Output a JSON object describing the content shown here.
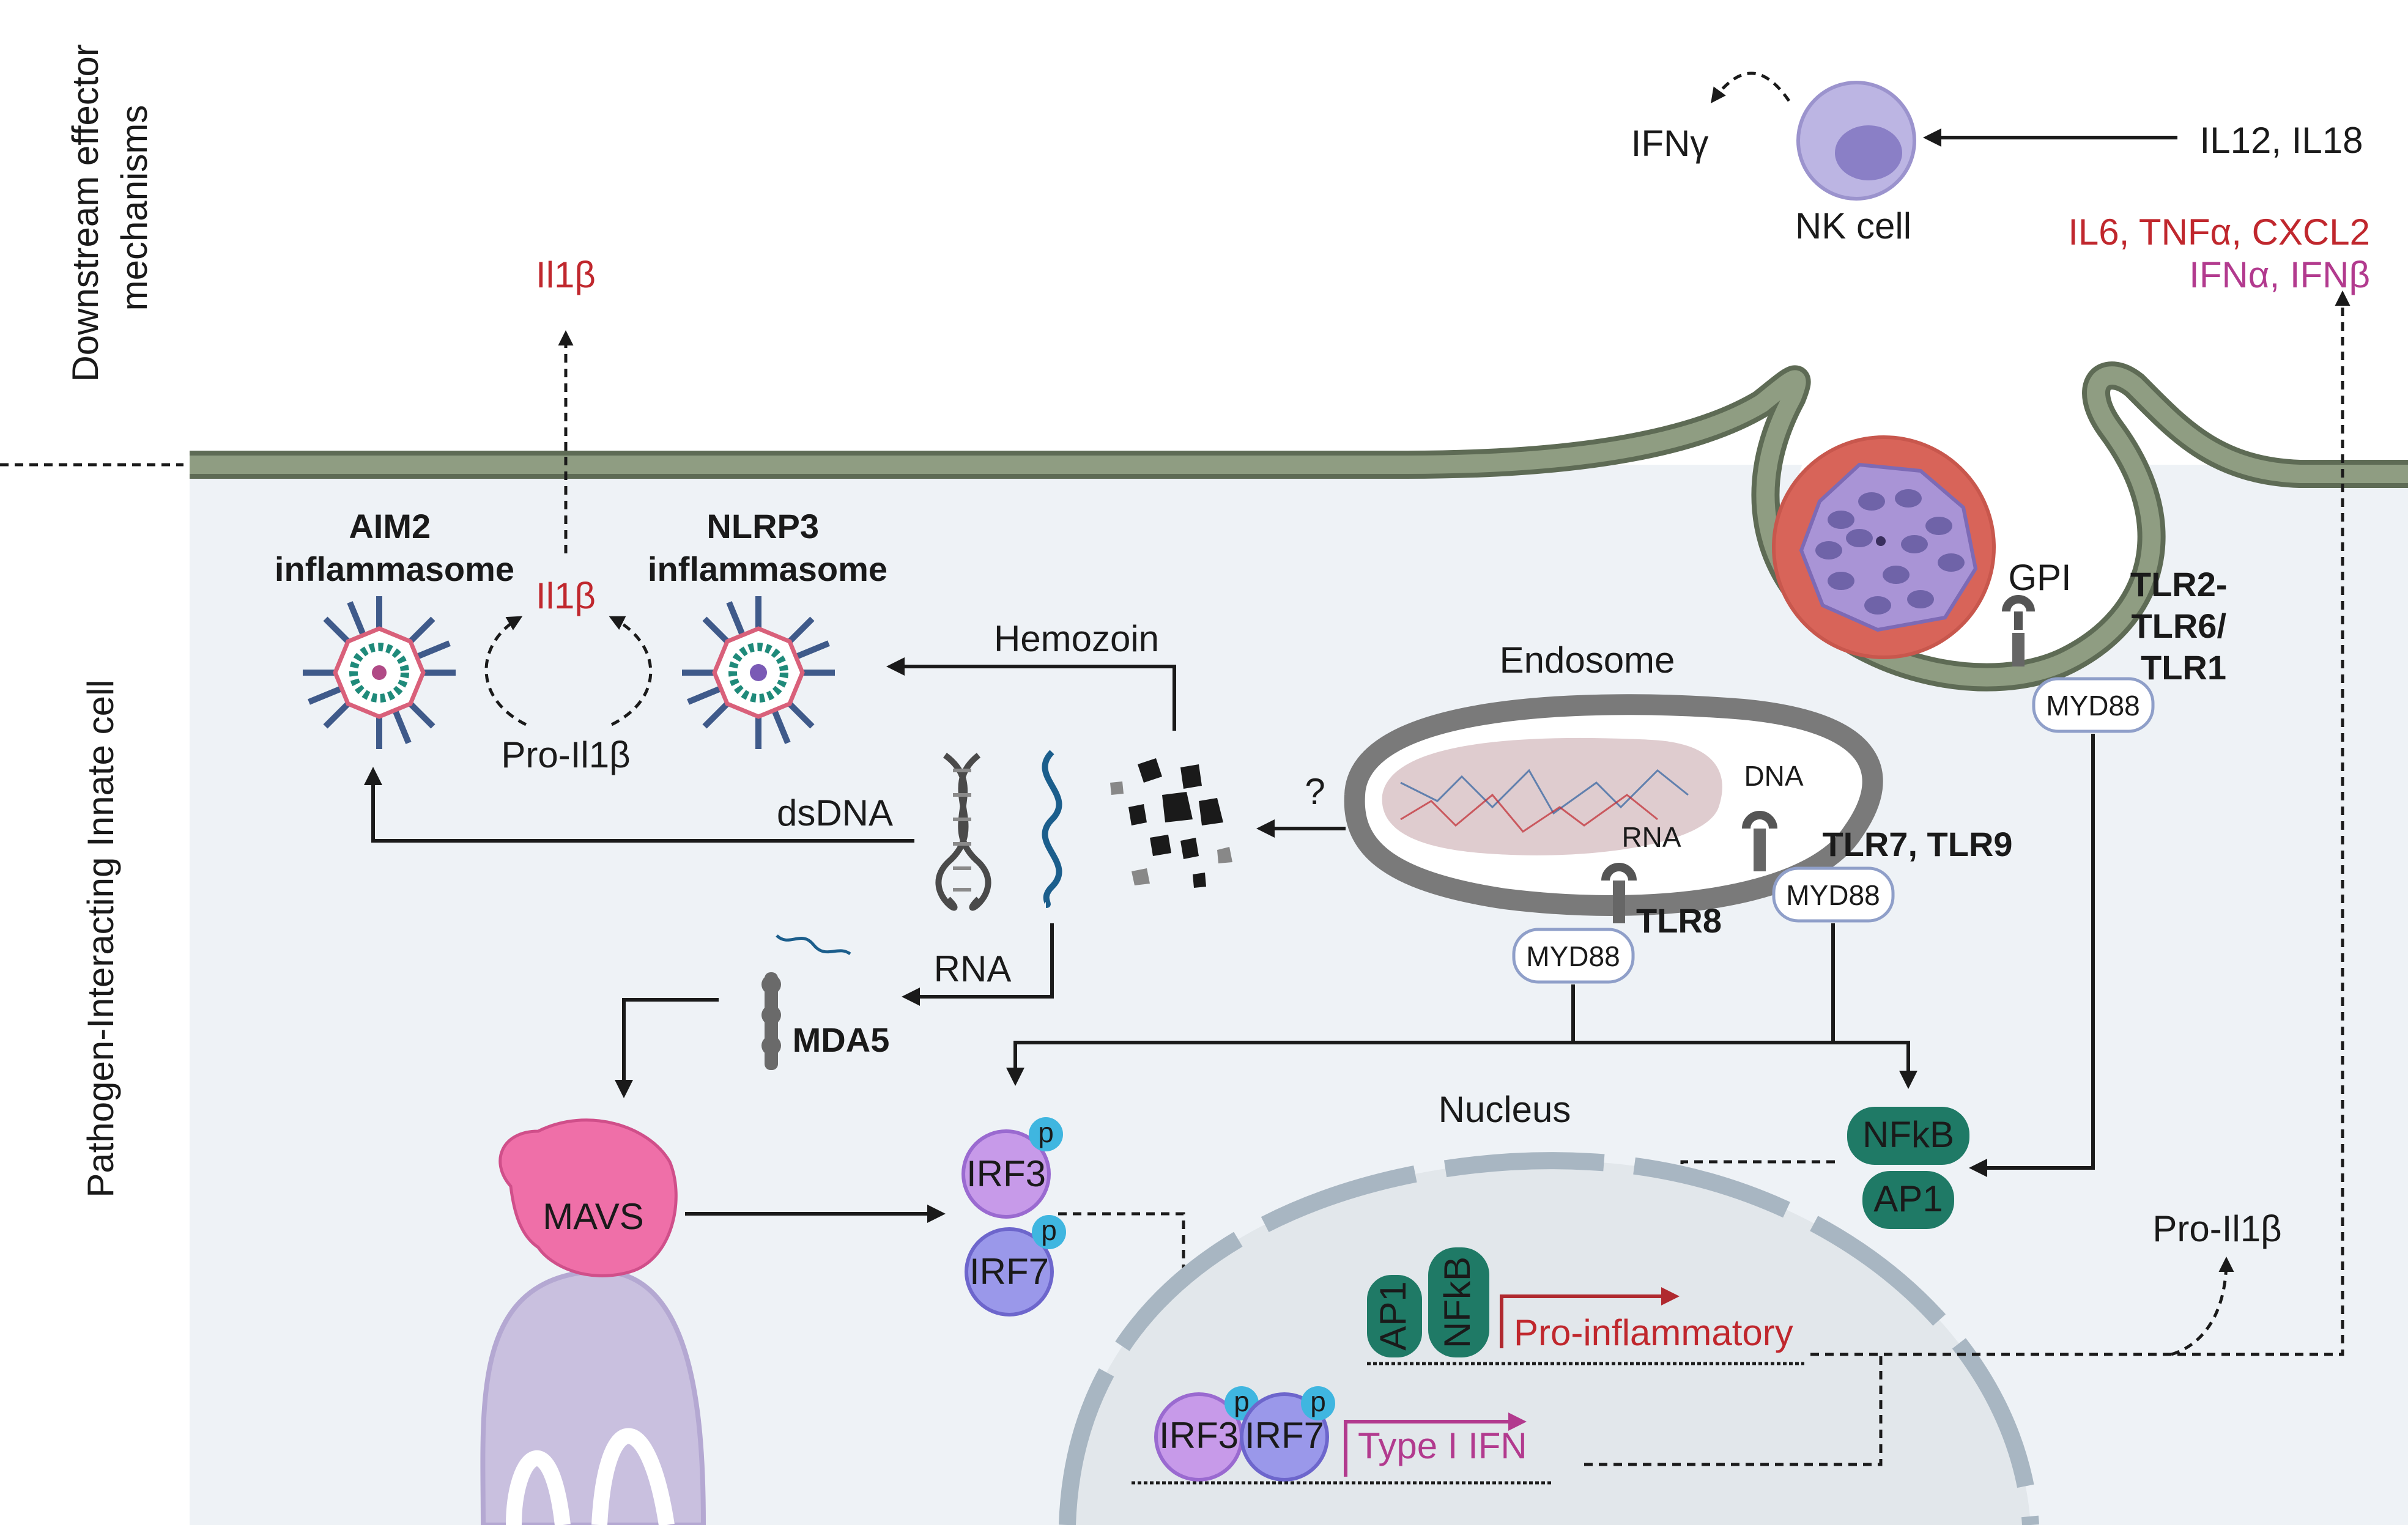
{
  "side_labels": {
    "top": [
      "Downstream effector",
      "mechanisms"
    ],
    "bottom": "Pathogen-Interacting Innate cell"
  },
  "effector": {
    "il1b_out": "Il1β",
    "ifng": "IFNγ",
    "nk_cell": "NK cell",
    "il12_il18": "IL12, IL18",
    "cytokines_red": "IL6, TNFα, CXCL2",
    "cytokines_ifn": "IFNα, IFNβ"
  },
  "inflammasomes": {
    "aim2": [
      "AIM2",
      "inflammasome"
    ],
    "nlrp3": [
      "NLRP3",
      "inflammasome"
    ],
    "il1b": "Il1β",
    "pro_il1b": "Pro-Il1β"
  },
  "ligands": {
    "hemozoin": "Hemozoin",
    "dsdna": "dsDNA",
    "rna": "RNA",
    "question": "?"
  },
  "endosome": {
    "title": "Endosome",
    "dna": "DNA",
    "rna": "RNA",
    "tlr8": "TLR8",
    "tlr7_tlr9": "TLR7, TLR9",
    "myd88": "MYD88"
  },
  "surface": {
    "gpi": "GPI",
    "tlr2": [
      "TLR2-",
      "TLR6/",
      "TLR1"
    ],
    "myd88": "MYD88"
  },
  "cytosol": {
    "mda5": "MDA5",
    "mavs": "MAVS",
    "irf3": "IRF3",
    "irf7": "IRF7",
    "p": "p",
    "nfkb": "NFkB",
    "ap1": "AP1",
    "pro_il1b": "Pro-Il1β"
  },
  "nucleus": {
    "title": "Nucleus",
    "ap1": "AP1",
    "nfkb": "NFkB",
    "pro_inflammatory": "Pro-inflammatory",
    "irf3": "IRF3",
    "irf7": "IRF7",
    "type1_ifn": "Type I IFN"
  },
  "colors": {
    "membrane": "#7d8c70",
    "cell_bg": "#eef2f6",
    "nucleus_bg": "#e2e7eb",
    "nucleus_rim": "#a8b6c2",
    "myd88": "#ffffff",
    "myd88_border": "#8f9fc9",
    "irf3": "#b07fe0",
    "irf7": "#8f8ae6",
    "nfkb": "#1f7a66",
    "mavs": "#ef6fa8",
    "mito": "#c9c0df",
    "phospho": "#3fb6e0",
    "red_text": "#c0272d",
    "magenta_text": "#b23a8e"
  }
}
